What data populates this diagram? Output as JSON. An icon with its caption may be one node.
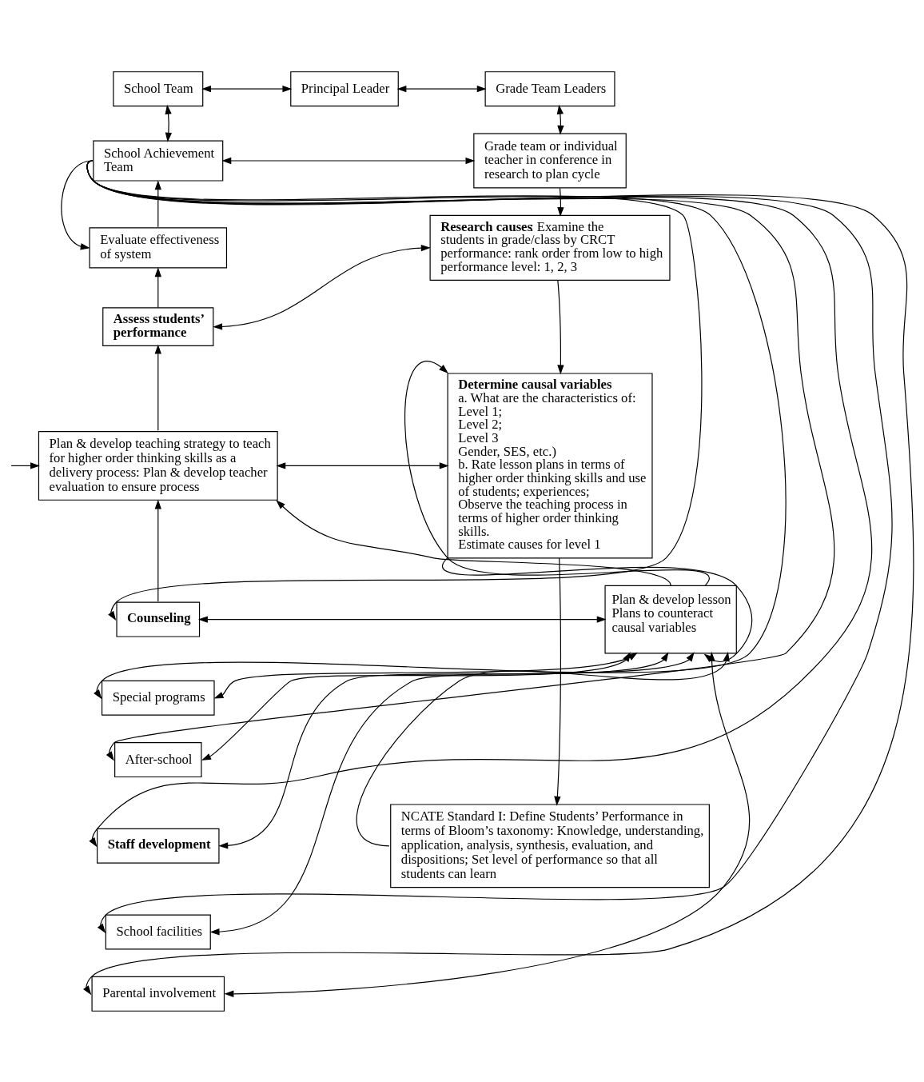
{
  "diagram": {
    "nodes": [
      {
        "text": [
          "Principal Leader"
        ]
      },
      {
        "text": [
          "School Team"
        ]
      },
      {
        "text": [
          "Grade Team Leaders"
        ]
      },
      {
        "text": [
          "School Achievement Team"
        ]
      },
      {
        "text": [
          "Grade team or individual teacher in conference in research to plan cycle"
        ]
      },
      {
        "text": [
          "Evaluate effectiveness of system"
        ]
      },
      {
        "text": [
          "**Research causes**: Examine the students in grade/class by CRCT performance: rank order from low to high performance level: 1, 2, 3"
        ]
      },
      {
        "text": [
          "**Assess students’ performance**"
        ]
      },
      {
        "text": [
          "Plan & develop teaching strategy to teach for higher order thinking skills as a delivery process: Plan & develop teacher evaluation to ensure process"
        ]
      },
      {
        "text": [
          "**Determine causal variables**",
          "a. What are the characteristics of:",
          "Level 1;",
          "Level 2;",
          "Level 3",
          "Gender, SES, etc.)",
          "b. Rate lesson plans in terms of higher order thinking skills and use of students; experiences;",
          "Observe the teaching process in terms of higher order thinking skills.",
          "Estimate causes for level 1"
        ]
      },
      {
        "text": [
          "**Counseling**"
        ]
      },
      {
        "text": [
          "Plan & develop lesson Plans to counteract causal variables"
        ]
      },
      {
        "text": [
          "Special programs"
        ]
      },
      {
        "text": [
          "After-school"
        ]
      },
      {
        "text": [
          "**Staff development**"
        ]
      },
      {
        "text": [
          "School facilities"
        ]
      },
      {
        "text": [
          "NCATE Standard I: Define Students’ Performance in terms of Bloom’s taxonomy: Knowledge, understanding, application, analysis, synthesis, evaluation, and dispositions; Set level of performance so that all students can learn"
        ]
      },
      {
        "text": [
          "Parental involvement"
        ]
      }
    ],
    "edges": [
      {
        "from": 1,
        "to": 0,
        "arrow": "both"
      },
      {
        "from": 0,
        "to": 2,
        "arrow": "both"
      },
      {
        "from": 2,
        "to": 4,
        "arrow": "both"
      },
      {
        "from": 1,
        "to": 3,
        "arrow": "both"
      },
      {
        "from": 3,
        "to": 4,
        "arrow": "both"
      },
      {
        "from": 4,
        "to": 6,
        "arrow": "to"
      },
      {
        "from": 5,
        "to": 3,
        "arrow": "to"
      },
      {
        "from": 7,
        "to": 5,
        "arrow": "to"
      },
      {
        "from": 7,
        "to": 6,
        "arrow": "both"
      },
      {
        "from": 6,
        "to": 9,
        "arrow": "to"
      },
      {
        "from": 8,
        "to": 7,
        "arrow": "to"
      },
      {
        "from": 8,
        "to": 9,
        "arrow": "both"
      },
      {
        "from": 10,
        "to": 8,
        "arrow": "to"
      },
      {
        "from": 11,
        "to": 8,
        "arrow": "to"
      },
      {
        "from": 10,
        "to": 11,
        "arrow": "both"
      },
      {
        "from": 12,
        "to": 11,
        "arrow": "both"
      },
      {
        "from": 11,
        "to": 9,
        "arrow": "to"
      },
      {
        "from": 9,
        "to": 11,
        "arrow": "to"
      },
      {
        "from": 13,
        "to": 11,
        "arrow": "both"
      },
      {
        "from": 14,
        "to": 11,
        "arrow": "both"
      },
      {
        "from": 15,
        "to": 11,
        "arrow": "both"
      },
      {
        "from": 17,
        "to": 11,
        "arrow": "both"
      },
      {
        "from": 9,
        "to": 16,
        "arrow": "to"
      },
      {
        "from": 16,
        "to": 11,
        "arrow": "to"
      },
      {
        "from": 3,
        "to": 5,
        "arrow": "to"
      },
      {
        "from": null,
        "to": 8,
        "arrow": "to"
      },
      {
        "from": 3,
        "to": 10,
        "arrow": "to"
      },
      {
        "from": 3,
        "to": 12,
        "arrow": "to"
      },
      {
        "from": 3,
        "to": 13,
        "arrow": "to"
      },
      {
        "from": 3,
        "to": 14,
        "arrow": "to"
      },
      {
        "from": 3,
        "to": 15,
        "arrow": "to"
      },
      {
        "from": 3,
        "to": 17,
        "arrow": "to"
      }
    ]
  }
}
